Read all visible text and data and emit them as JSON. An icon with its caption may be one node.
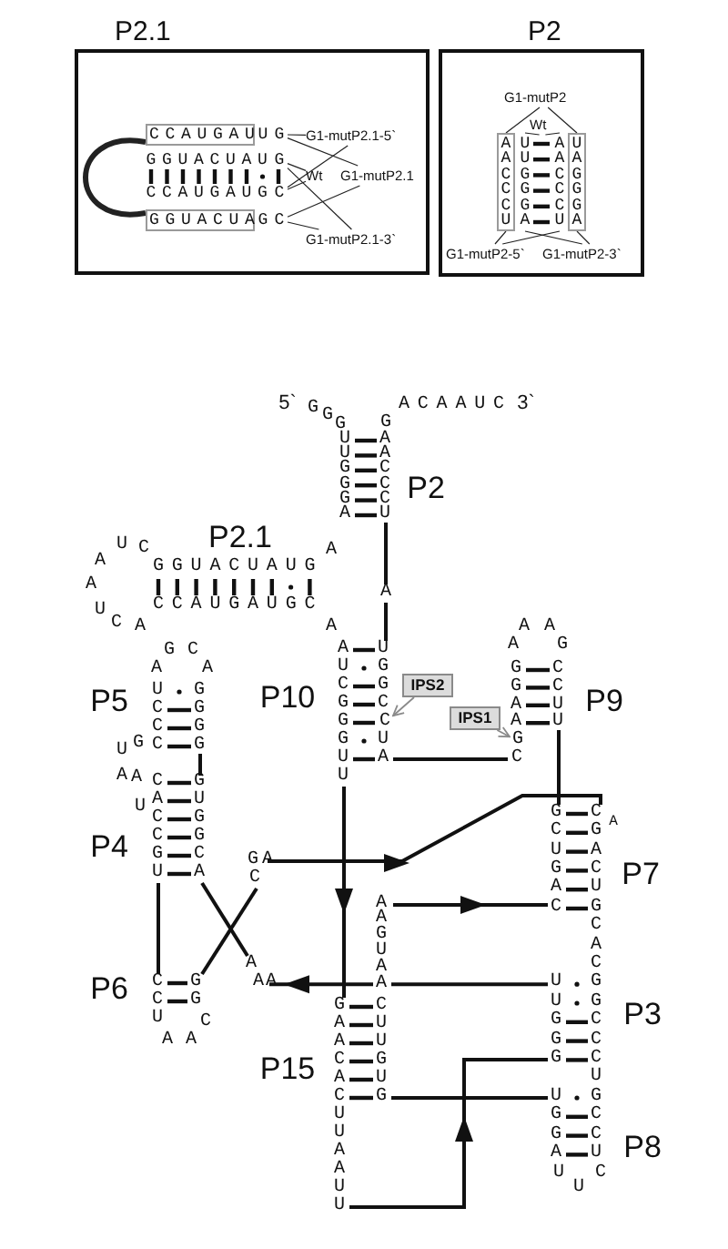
{
  "diagram": {
    "nodes": [
      {
        "text": [
          "P2.1"
        ]
      },
      {
        "text": [
          "C C A U G A U"
        ],
        "in": 0
      },
      {
        "text": [
          "G"
        ],
        "in": 0
      },
      {
        "text": [
          "G"
        ],
        "in": 0
      },
      {
        "text": [
          "C"
        ],
        "in": 0
      },
      {
        "text": [
          "G G U A C U A"
        ],
        "in": 0
      },
      {
        "text": [
          "C"
        ],
        "in": 0
      },
      {
        "text": [
          "G1-mutP2.1-5`"
        ],
        "in": 0
      },
      {
        "text": [
          "Wt"
        ],
        "in": 0
      },
      {
        "text": [
          "G1-mutP2.1"
        ],
        "in": 0
      },
      {
        "text": [
          "G1-mutP2.1-3`"
        ],
        "in": 0
      },
      {
        "text": [
          "P2"
        ]
      },
      {
        "text": [
          "G1-mutP2"
        ],
        "in": 11
      },
      {
        "text": [
          "Wt"
        ],
        "in": 11
      },
      {
        "text": [
          "A A C C C U"
        ],
        "in": 11
      },
      {
        "text": [
          "U U G G G A"
        ],
        "in": 11
      },
      {
        "text": [
          "A A C C C U"
        ],
        "in": 11
      },
      {
        "text": [
          "U A G G G A"
        ],
        "in": 11
      },
      {
        "text": [
          "G1-mutP2-5`"
        ],
        "in": 11
      },
      {
        "text": [
          "G1-mutP2-3`"
        ],
        "in": 11
      },
      {
        "text": [
          "IPS2"
        ]
      },
      {
        "text": [
          "IPS1"
        ]
      },
      {
        "text": [
          "C"
        ]
      },
      {
        "text": [
          "G"
        ]
      }
    ],
    "edges": [
      {
        "from": 7,
        "to": 2,
        "arrow": "none"
      },
      {
        "from": 7,
        "to": 4,
        "arrow": "none"
      },
      {
        "from": 8,
        "to": 3,
        "arrow": "none"
      },
      {
        "from": 8,
        "to": 4,
        "arrow": "none"
      },
      {
        "from": 9,
        "to": 2,
        "arrow": "none"
      },
      {
        "from": 9,
        "to": 6,
        "arrow": "none"
      },
      {
        "from": 10,
        "to": 6,
        "arrow": "none"
      },
      {
        "from": 10,
        "to": 3,
        "arrow": "none"
      },
      {
        "from": 12,
        "to": 14,
        "arrow": "none"
      },
      {
        "from": 12,
        "to": 17,
        "arrow": "none"
      },
      {
        "from": 13,
        "to": 15,
        "arrow": "none"
      },
      {
        "from": 13,
        "to": 16,
        "arrow": "none"
      },
      {
        "from": 18,
        "to": 14,
        "arrow": "none"
      },
      {
        "from": 18,
        "to": 16,
        "arrow": "none"
      },
      {
        "from": 19,
        "to": 15,
        "arrow": "none"
      },
      {
        "from": 19,
        "to": 17,
        "arrow": "none"
      },
      {
        "from": 1,
        "to": 5,
        "arrow": "none",
        "style": "thick"
      },
      {
        "from": 20,
        "to": 22,
        "arrow": "to",
        "color": "#8a8a8a"
      },
      {
        "from": 21,
        "to": 23,
        "arrow": "to",
        "color": "#8a8a8a"
      }
    ],
    "labels": [
      "U",
      "G G U A C U A U",
      "C C A U G A U G",
      "G",
      "5`",
      "G",
      "G",
      "G",
      "U U G G G A",
      "G",
      "A A C C C U",
      "A C A A U C",
      "3`",
      "P2",
      "A",
      "A",
      "P2.1",
      "G G U A C U A U G",
      "C C A U G A U G C",
      "U",
      "C",
      "A",
      "A",
      "U",
      "C",
      "A",
      "A",
      "A U C G G G U U",
      "U G G C",
      "U A",
      "P10",
      "G",
      "C",
      "A",
      "A",
      "U C C C",
      "G G G G",
      "U",
      "G",
      "A",
      "A",
      "C A C C G U",
      "G U G G C A",
      "U",
      "P5",
      "P4",
      "G A",
      "C",
      "A",
      "A",
      "A",
      "G",
      "G G A A",
      "C",
      "C C U U",
      "P9",
      "G C U G A C",
      "C G A C U G C A C G G C C C U G C C U",
      "A",
      "P7",
      "A A G U A A",
      "U U G G G",
      "P3",
      "U G G A",
      "U",
      "U",
      "C",
      "P8",
      "G A A C A C U U A A U U",
      "C U U G U G",
      "P15",
      "C C U",
      "G G",
      "A",
      "A",
      "C",
      "P6",
      "A",
      "A A"
    ]
  }
}
